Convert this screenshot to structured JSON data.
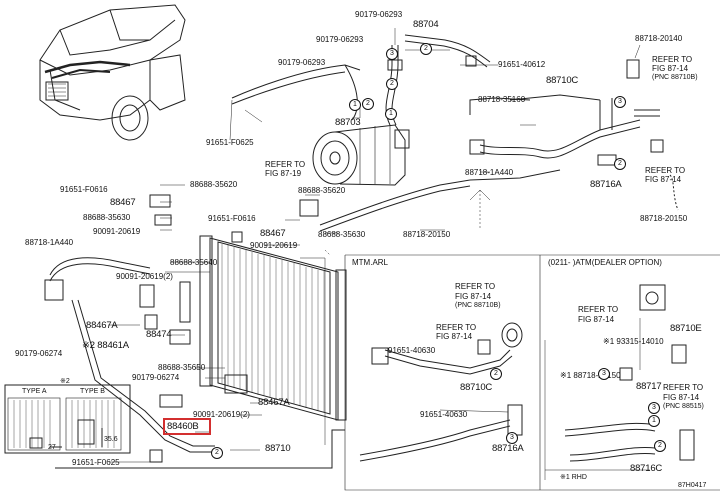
{
  "highlight_color": "#d32f2f",
  "labels": {
    "p90179_06293_top": "90179-06293",
    "p88704": "88704",
    "p90179_06293_a": "90179-06293",
    "p90179_06293_b": "90179-06293",
    "p91651_40612": "91651-40612",
    "p88718_20140": "88718-20140",
    "ref_8710b_top_a": "REFER TO",
    "ref_8710b_top_b": "FIG 87-14",
    "ref_8710b_top_c": "(PNC 88710B)",
    "p88710c_top": "88710C",
    "p88718_35160": "88718-35160",
    "p88703": "88703",
    "p91651_f0625_a": "91651-F0625",
    "ref_8719_a": "REFER TO",
    "ref_8719_b": "FIG 87-19",
    "p88716a_top": "88716A",
    "ref_8714_right_a": "REFER TO",
    "ref_8714_right_b": "FIG 87-14",
    "p88718_1a440_top": "88718-1A440",
    "p88718_20150_r": "88718-20150",
    "p91651_f0616_a": "91651-F0616",
    "p88688_35620_a": "88688-35620",
    "p88688_35620_b": "88688-35620",
    "p88467_a": "88467",
    "p88688_35630_a": "88688-35630",
    "p90091_20619_a": "90091-20619",
    "p91651_f0616_b": "91651-F0616",
    "p88467_b": "88467",
    "p88688_35630_b": "88688-35630",
    "p88718_20150_c": "88718-20150",
    "p88718_1a440_l": "88718-1A440",
    "p90091_20619_b": "90091-20619",
    "p88688_35640": "88688-35640",
    "p90091_20619_2": "90091-20619(2)",
    "p88467a_a": "88467A",
    "p88474": "88474",
    "p88461a": "※2 88461A",
    "p90179_06274_l": "90179-06274",
    "p88688_35650": "88688-35650",
    "p90179_06274_c": "90179-06274",
    "p88467a_b": "88467A",
    "p90091_20619_2b": "90091-20619(2)",
    "p88460b": "88460B",
    "p88710": "88710",
    "p91651_f0625_b": "91651-F0625",
    "mtm_arl": "MTM.ARL",
    "atm_opt": "(0211-      )ATM(DEALER OPTION)",
    "ref_8710b_mid_a": "REFER TO",
    "ref_8710b_mid_b": "FIG 87-14",
    "ref_8710b_mid_c": "(PNC 88710B)",
    "ref_8714_mid_a": "REFER TO",
    "ref_8714_mid_b": "FIG 87-14",
    "p91651_40630_a": "91651-40630",
    "p88710c_b": "88710C",
    "p91651_40630_b": "91651-40630",
    "p88716a_b": "88716A",
    "ref_8714_atm_a": "REFER TO",
    "ref_8714_atm_b": "FIG 87-14",
    "p88710e": "88710E",
    "p93315_14010": "※1 93315-14010",
    "p88718_20150_atm": "※1 88718-20150",
    "p88717": "88717",
    "ref_88515_a": "REFER TO",
    "ref_88515_b": "FIG 87-14",
    "ref_88515_c": "(PNC 88515)",
    "p88716c": "88716C",
    "rhd_note": "※1 RHD",
    "doc_code": "87H0417",
    "type_note": "※2",
    "type_a": "TYPE A",
    "type_b": "TYPE B",
    "dim_356": "35.6",
    "dim_27": "27"
  },
  "callouts": {
    "c1a": "1",
    "c2a": "2",
    "c3a": "3",
    "c2b": "2",
    "c1b": "1",
    "c2c": "2",
    "c3b": "3",
    "c2d": "2",
    "c2e": "2",
    "c3c": "3",
    "c2f": "2",
    "c3d": "3",
    "c1c": "1",
    "c3e": "3",
    "c2g": "2"
  }
}
